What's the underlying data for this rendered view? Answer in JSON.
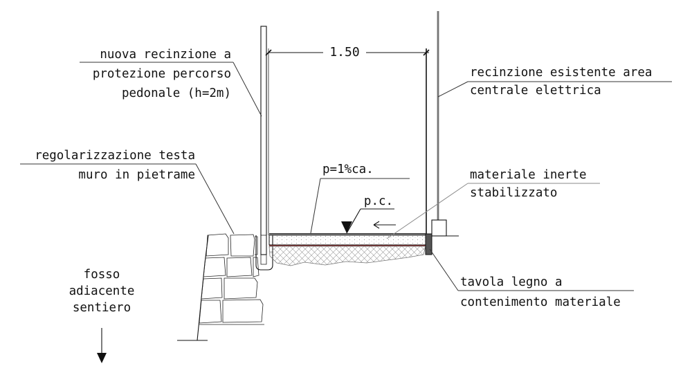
{
  "labels": {
    "new_fence": [
      "nuova recinzione a",
      "protezione percorso",
      "pedonale (h=2m)"
    ],
    "existing_fence": [
      "recinzione esistente area",
      "centrale elettrica"
    ],
    "wall_head": [
      "regolarizzazione testa",
      "muro in pietrame"
    ],
    "slope": "p=1%ca.",
    "ground_level": "p.c.",
    "inert_material": [
      "materiale inerte",
      "stabilizzato"
    ],
    "ditch": [
      "fosso",
      "adiacente",
      "sentiero"
    ],
    "wood_board": [
      "tavola legno a",
      "contenimento materiale"
    ]
  },
  "dimension": {
    "width_value": "1.50"
  },
  "colors": {
    "line": "#111111",
    "existing_post": "#8c8c8c",
    "board_fill": "#555555",
    "subbase_line": "#7a2a2a",
    "hatch": "#9a9a9a",
    "grey_leader": "#8a8a8a"
  }
}
